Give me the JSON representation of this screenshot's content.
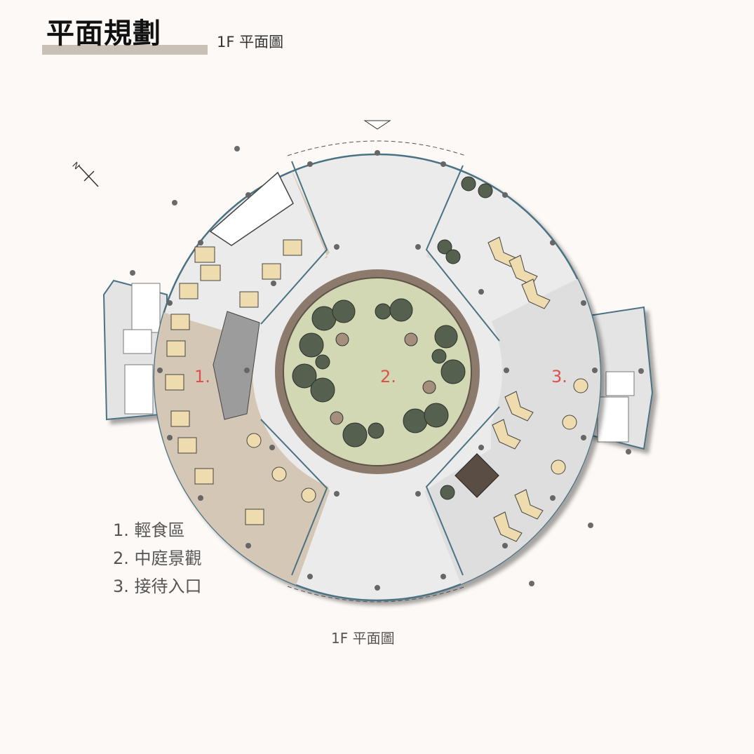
{
  "header": {
    "title": "平面規劃",
    "subtitle": "1F 平面圖"
  },
  "plan": {
    "caption": "1F 平面圖",
    "zones": [
      {
        "number": "1.",
        "name": "輕食區"
      },
      {
        "number": "2.",
        "name": "中庭景觀"
      },
      {
        "number": "3.",
        "name": "接待入口"
      }
    ],
    "north_label": "N",
    "colors": {
      "background": "#fdf9f6",
      "outer_ring": "#ebebeb",
      "cafe_zone": "#d5c7b6",
      "reception_zone": "#dedede",
      "courtyard": "#d2d8b3",
      "courtyard_wall": "#8c7b6c",
      "tree": "#56604f",
      "furniture": "#efdcae",
      "zone_label": "#d9534f"
    }
  },
  "legend": [
    {
      "label": "1. 輕食區"
    },
    {
      "label": "2. 中庭景觀"
    },
    {
      "label": "3. 接待入口"
    }
  ]
}
